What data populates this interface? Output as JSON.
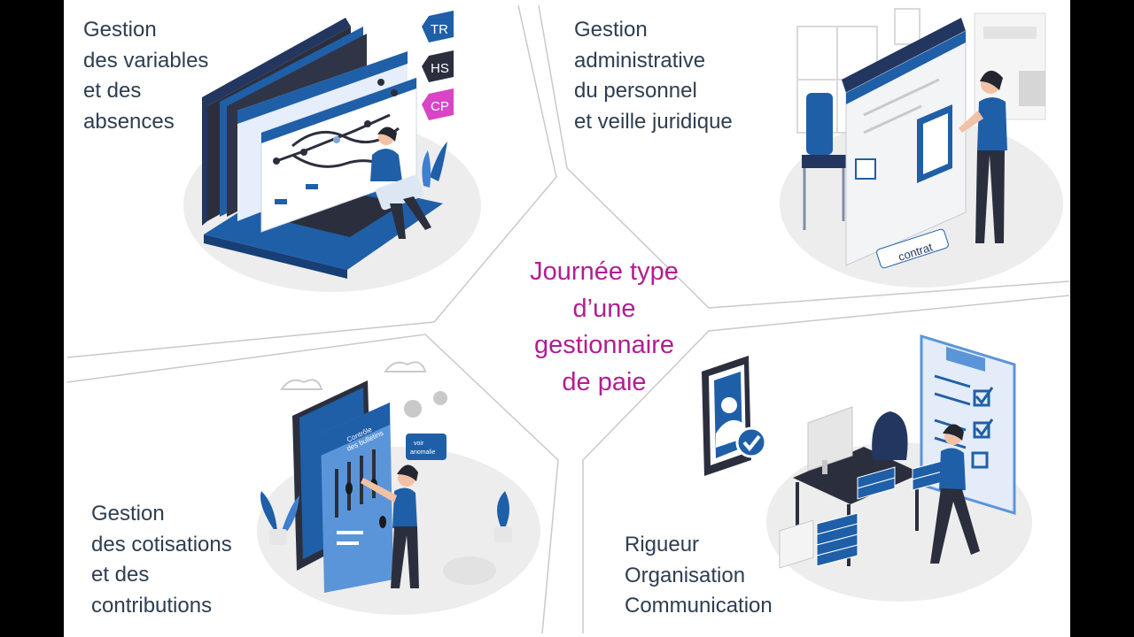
{
  "center_title": [
    "Journée type",
    "d’une",
    "gestionnaire",
    "de paie"
  ],
  "quadrants": {
    "top_left": {
      "lines": [
        "Gestion",
        "des variables",
        "et des",
        "absences"
      ]
    },
    "top_right": {
      "lines": [
        "Gestion",
        "administrative",
        "du personnel",
        "et veille juridique"
      ]
    },
    "bottom_left": {
      "lines": [
        "Gestion",
        "des cotisations",
        "et des",
        "contributions"
      ]
    },
    "bottom_right": {
      "lines": [
        "Rigueur",
        "Organisation",
        "Communication"
      ]
    }
  },
  "illustration_tags": {
    "tr": "TR",
    "hs": "HS",
    "cp": "CP",
    "contrat": "contrat",
    "controle": [
      "Contrôle",
      "des bulletins"
    ],
    "anomalie": [
      "voir",
      "anomalie"
    ]
  },
  "colors": {
    "accent_magenta": "#b01e91",
    "text_dark": "#2e3e50",
    "illustration_blue": "#1f5fa8",
    "illustration_navy": "#23365f",
    "pink": "#d845c6",
    "divider_gray": "#c9c9c9"
  }
}
